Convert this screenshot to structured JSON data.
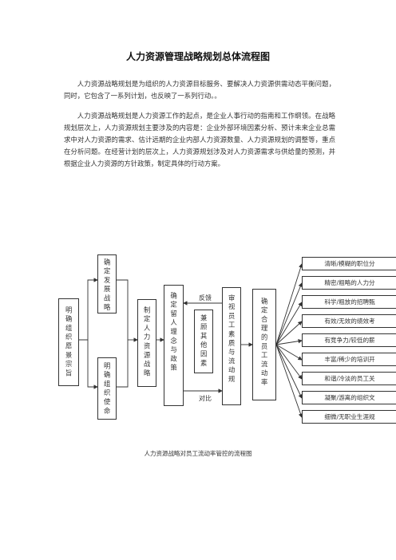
{
  "document": {
    "title": "人力资源管理战略规划总体流程图",
    "paragraphs": [
      "人力资源战略规划是为组织的人力资源目标服务、要解决人力资源供需动态平衡问题，同时，它包含了一系列计划，也反映了一系列行动。。",
      "人力资源战略规划是人力资源工作的起点，是企业人事行动的指南和工作纲领。在战略规划层次上，人力资源规划主要涉及的内容是：企业外部环境因素分析、预计未来企业总需求中对人力资源的需求、估计远期的企业内部人力资源数量、人力资源规划的调整等，重点在分析问题。在经营计划的层次上，人力资源规划涉及对人力资源需求与供给量的预测，并根据企业人力资源的方针政策，制定具体的行动方案。"
    ],
    "caption": "人力资源战略对员工流动率管控的流程图"
  },
  "flowchart": {
    "vision": "明确组织愿景宗旨",
    "development": "确定发展战略",
    "mission": "明确组织使命",
    "hr_strategy": "制定人力资源战略",
    "concept_policy": "确定留人理念与政策",
    "factors": "兼顾其他因素",
    "review": "审视员工素质与流动规",
    "turnover": "确定合理的员工流动率",
    "feedback_label": "反馈",
    "compare_label": "对比",
    "outcomes": [
      "清晰/模糊的职位分",
      "精密/粗略的人力分",
      "科学/粗放的招聘甄",
      "有效/无效的绩效考",
      "有竞争力/较低的薪",
      "丰富/稀少的培训开",
      "和谐/冷淡的员工关",
      "凝聚/游离的组织文",
      "细微/无职业生涯规"
    ]
  }
}
